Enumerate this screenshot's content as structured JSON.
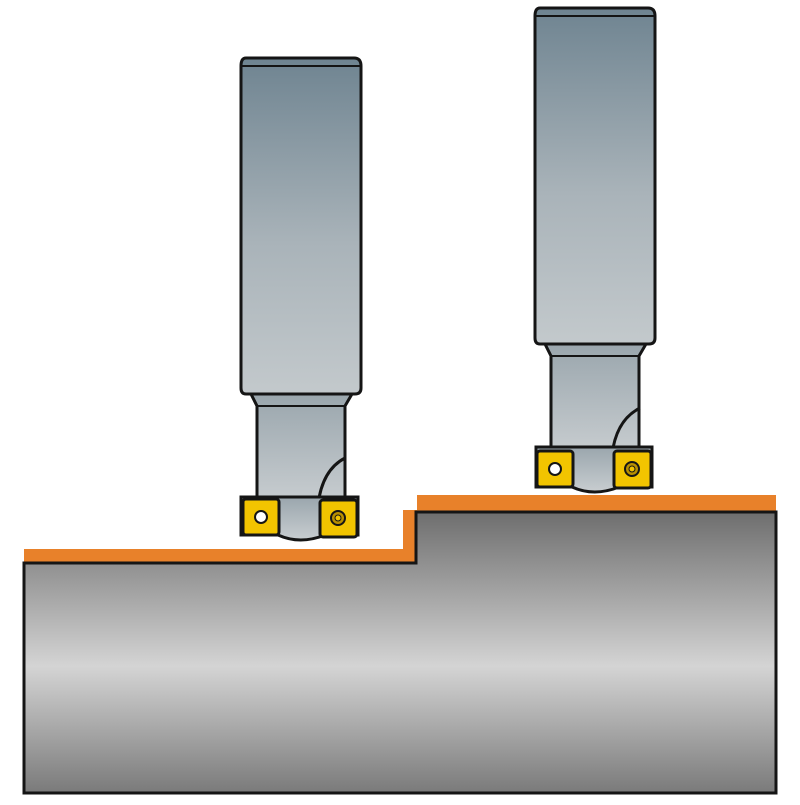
{
  "diagram": {
    "colors": {
      "background": "#ffffff",
      "outline": "#151515",
      "workpiece_light": "#d4d4d4",
      "workpiece_dark": "#6e6e6e",
      "tool_top": "#6f8491",
      "tool_mid": "#a9b3b9",
      "tool_bottom": "#c3c9cc",
      "removed_layer": "#e8812a",
      "insert": "#f2c400",
      "insert_dark": "#b88f00"
    },
    "workpiece": {
      "name": "stepped-workpiece"
    },
    "tools": [
      {
        "name": "end-mill-left",
        "inserts": [
          "insert-plain",
          "insert-torx"
        ]
      },
      {
        "name": "end-mill-right",
        "inserts": [
          "insert-plain",
          "insert-torx"
        ]
      }
    ]
  }
}
